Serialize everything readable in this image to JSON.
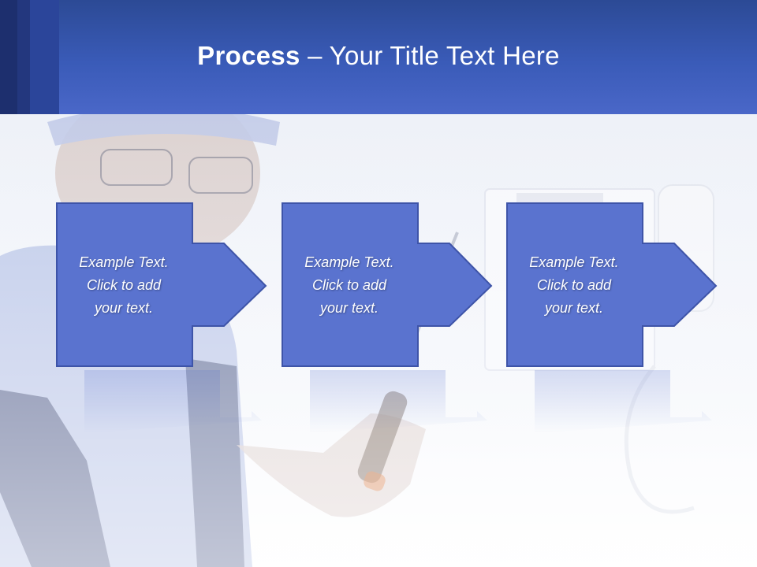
{
  "header": {
    "title_bold": "Process",
    "title_rest": " – Your Title Text Here"
  },
  "steps": [
    {
      "text": "Example Text.\nClick  to add\nyour text."
    },
    {
      "text": "Example Text.\nClick  to add\nyour text."
    },
    {
      "text": "Example Text.\nClick  to add\nyour text."
    }
  ],
  "colors": {
    "header": "#3a5bb8",
    "box_fill": "#5a73cf",
    "box_stroke": "#3e54a8"
  }
}
